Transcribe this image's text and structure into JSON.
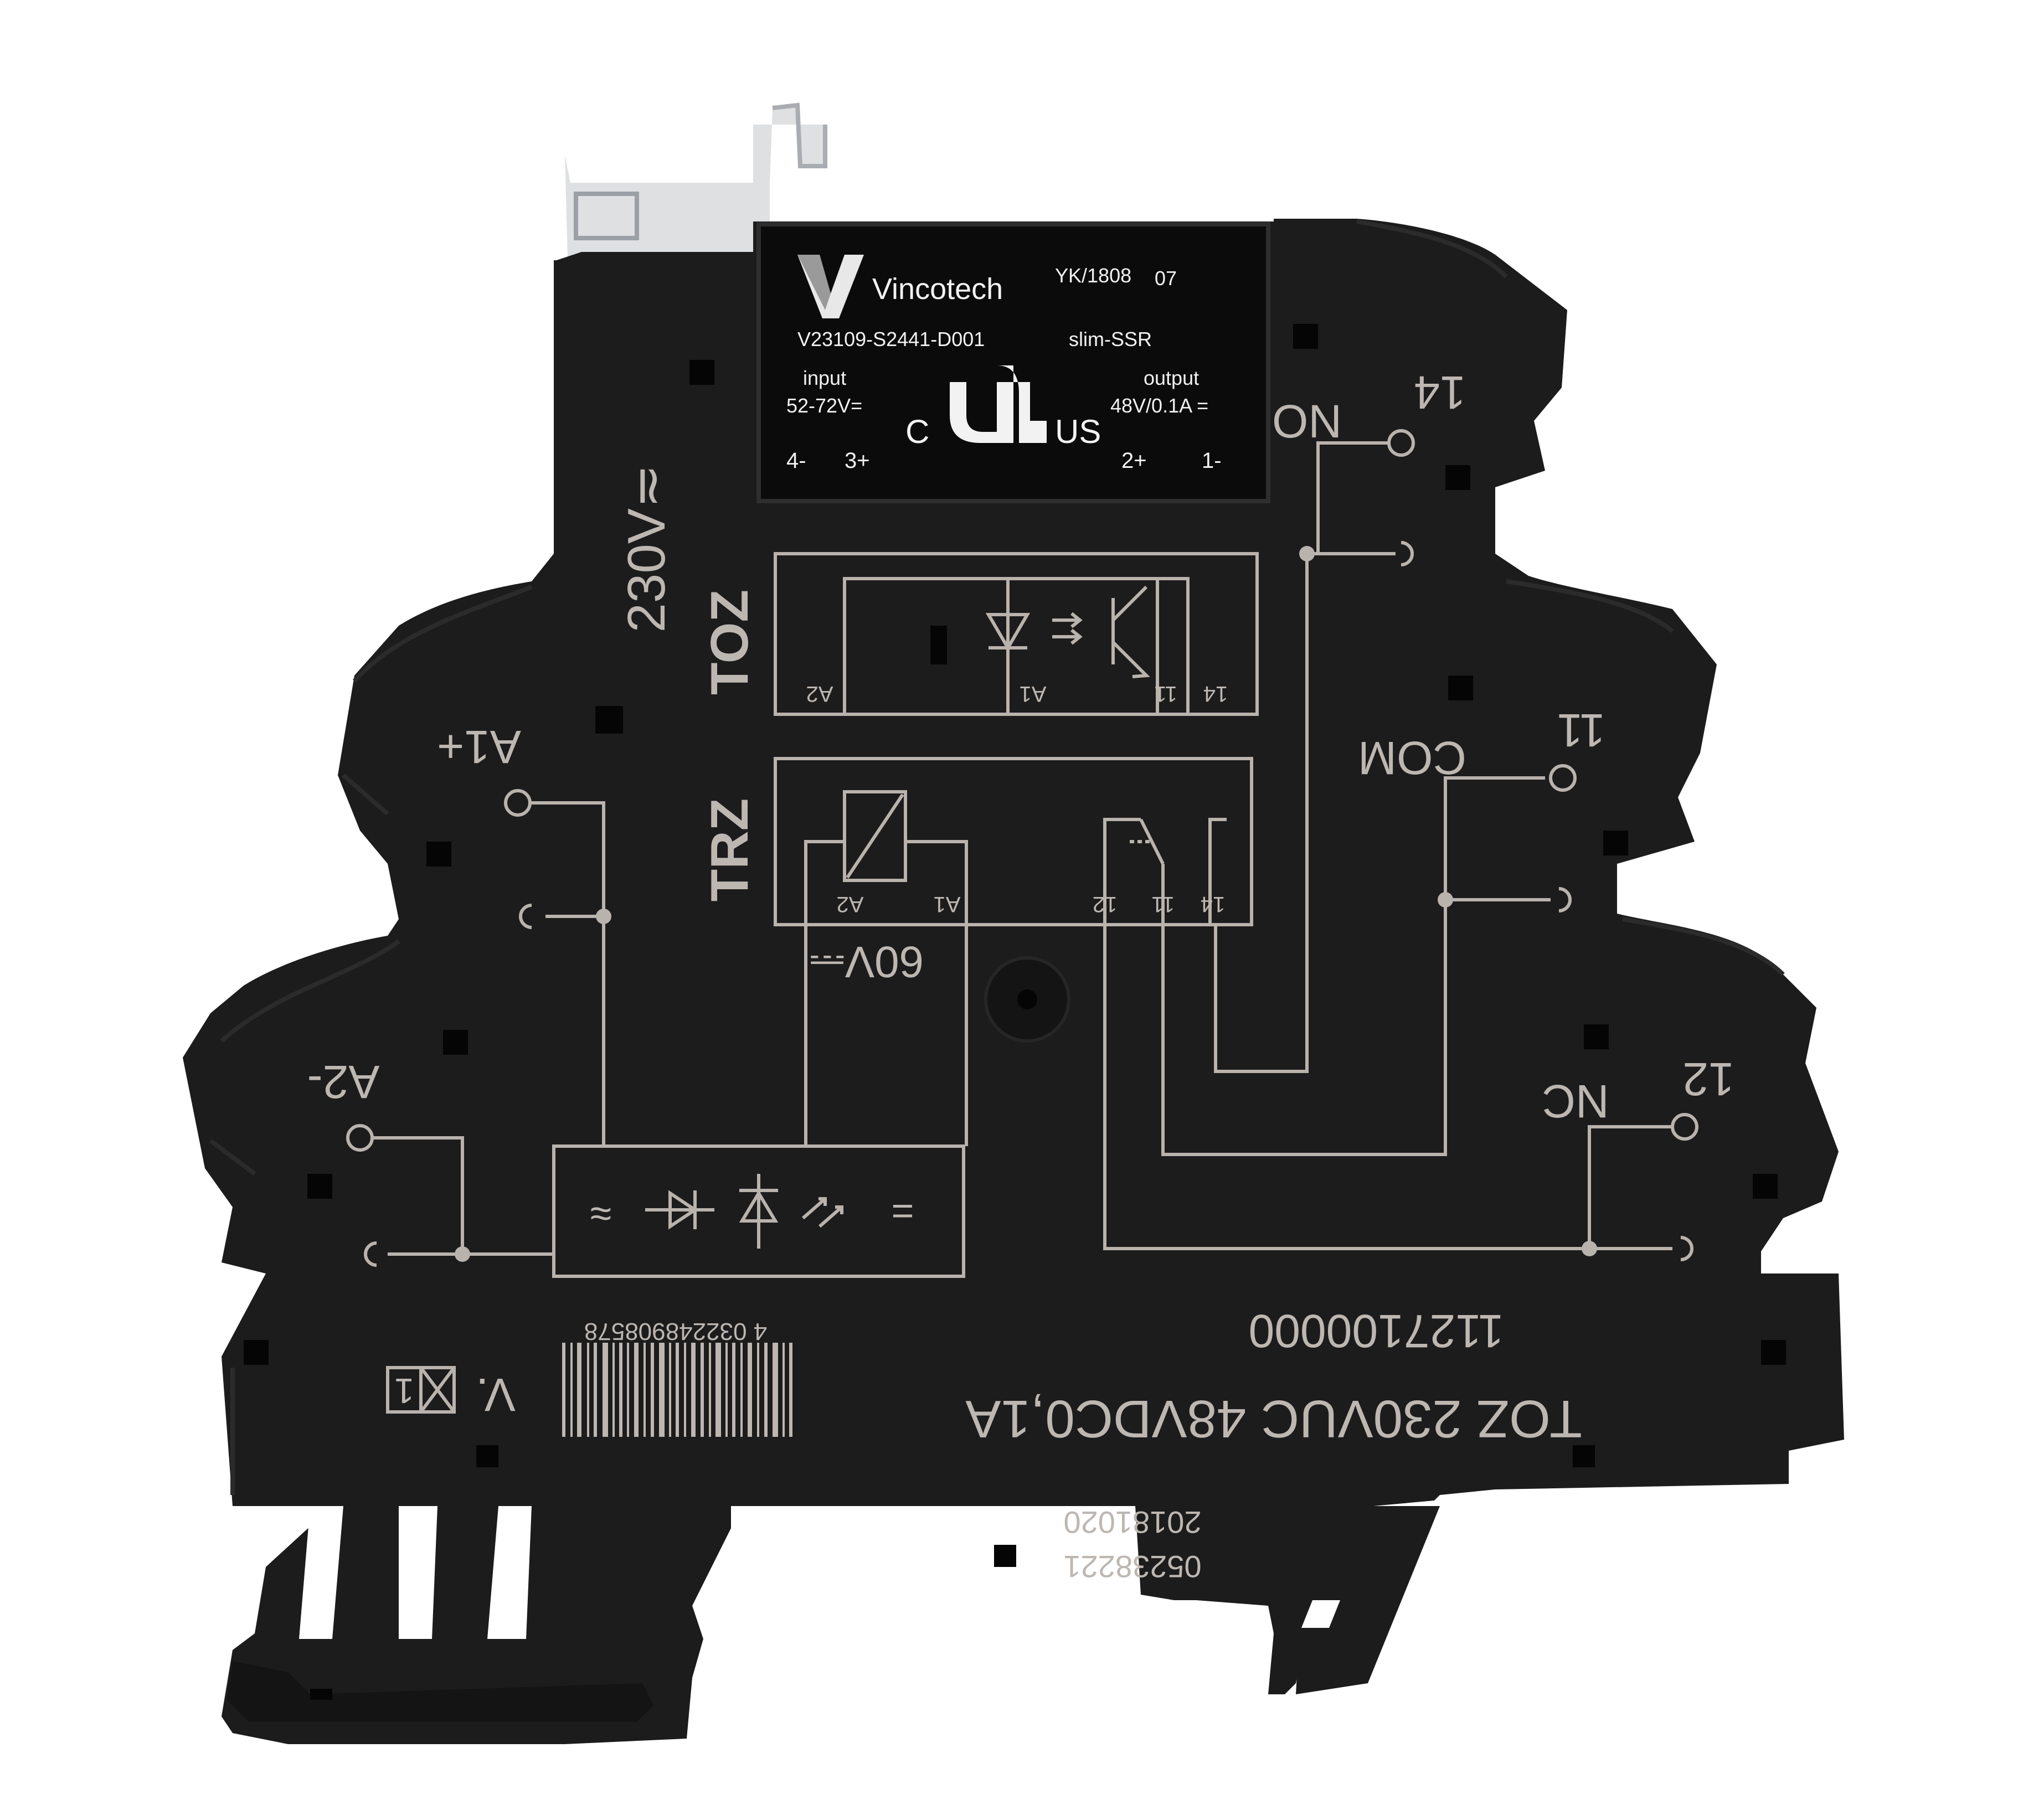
{
  "product": {
    "module_label": {
      "brand": "Vincotech",
      "batch": "YK/1808",
      "batch_suffix": "07",
      "part_number": "V23109-S2441-D001",
      "type": "slim-SSR",
      "input_label": "input",
      "input_rating": "52-72V=",
      "output_label": "output",
      "output_rating": "48V/0.1A =",
      "cert_c": "C",
      "cert_us": "US",
      "pin_4": "4-",
      "pin_3": "3+",
      "pin_2": "2+",
      "pin_1": "1-"
    },
    "housing": {
      "voltage_label": "230V≂",
      "toz_label": "TOZ",
      "trz_label": "TRZ",
      "coil_voltage": "60V⎓",
      "toz_pins": {
        "a2": "A2",
        "a1": "A1",
        "p11": "11",
        "p14": "14"
      },
      "trz_pins": {
        "a2": "A2",
        "a1": "A1",
        "p12": "12",
        "p11": "11",
        "p14": "14"
      },
      "terminal_a1": "A1+",
      "terminal_a2": "A2-",
      "terminal_on": "ON",
      "terminal_14": "14",
      "terminal_com": "COM",
      "terminal_11": "11",
      "terminal_nc": "NC",
      "terminal_12": "12",
      "barcode_number": "4  032248908578",
      "order_number": "1127100000",
      "product_designation": "TOZ 230VUC 48VDC0,1A",
      "version_prefix": "V.",
      "version_box": "1",
      "date_code": "20181020",
      "serial": "05238221",
      "circuit_symbols": {
        "ac": "≈",
        "dc": "="
      }
    }
  },
  "colors": {
    "housing": "#1c1c1d",
    "print": "#bdb7b2",
    "label_text": "#f2f2f2",
    "background": "#ffffff",
    "clip": "#d8dadd"
  }
}
